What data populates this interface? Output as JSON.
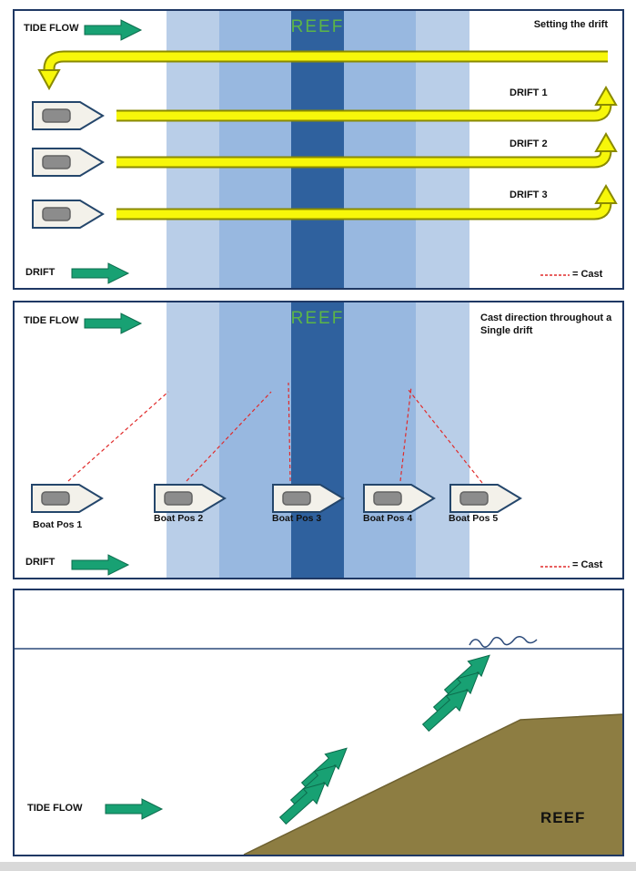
{
  "colors": {
    "reef_band_light": "#b9cee8",
    "reef_band_medium": "#98b8e0",
    "reef_band_dark": "#2f619e",
    "panel_border": "#1f3864",
    "tide_arrow_green": "#18a173",
    "drift_arrow_yellow": "#f7f70a",
    "drift_arrow_outline": "#8a8a00",
    "cast_red": "#e02b2b",
    "reef_label_green": "#5cb647",
    "seabed_brown": "#8d7d42"
  },
  "panel_setting_drift": {
    "tide_flow_label": "TIDE FLOW",
    "reef_label": "REEF",
    "title": "Setting the drift",
    "drift_labels": [
      "DRIFT  1",
      "DRIFT  2",
      "DRIFT  3"
    ],
    "drift_label": "DRIFT",
    "cast_legend": "= Cast"
  },
  "panel_cast_direction": {
    "tide_flow_label": "TIDE FLOW",
    "reef_label": "REEF",
    "title": "Cast direction throughout a Single drift",
    "boat_labels": [
      "Boat Pos 1",
      "Boat Pos 2",
      "Boat Pos 3",
      "Boat Pos 4",
      "Boat Pos 5"
    ],
    "drift_label": "DRIFT",
    "cast_legend": "= Cast"
  },
  "panel_side_view": {
    "tide_flow_label": "TIDE FLOW",
    "reef_label": "REEF"
  }
}
